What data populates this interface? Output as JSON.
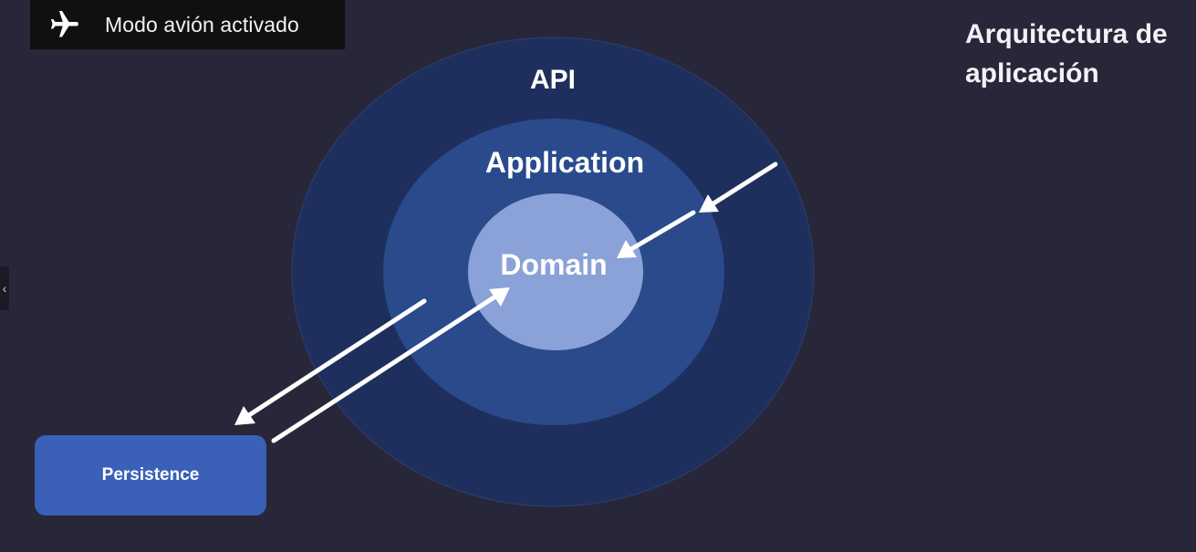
{
  "notification": {
    "icon": "airplane-icon",
    "text": "Modo avión activado"
  },
  "slide": {
    "title_line1": "Arquitectura de",
    "title_line2": "aplicación"
  },
  "diagram": {
    "layers": {
      "outer": "API",
      "middle": "Application",
      "inner": "Domain"
    },
    "external_component": "Persistence",
    "colors": {
      "background": "#272739",
      "api_ring": "#1e2f5e",
      "application_ring": "#2a4a8c",
      "domain_core": "#8aa2d8",
      "persistence_box": "#3a60b8",
      "arrows": "#ffffff"
    }
  }
}
